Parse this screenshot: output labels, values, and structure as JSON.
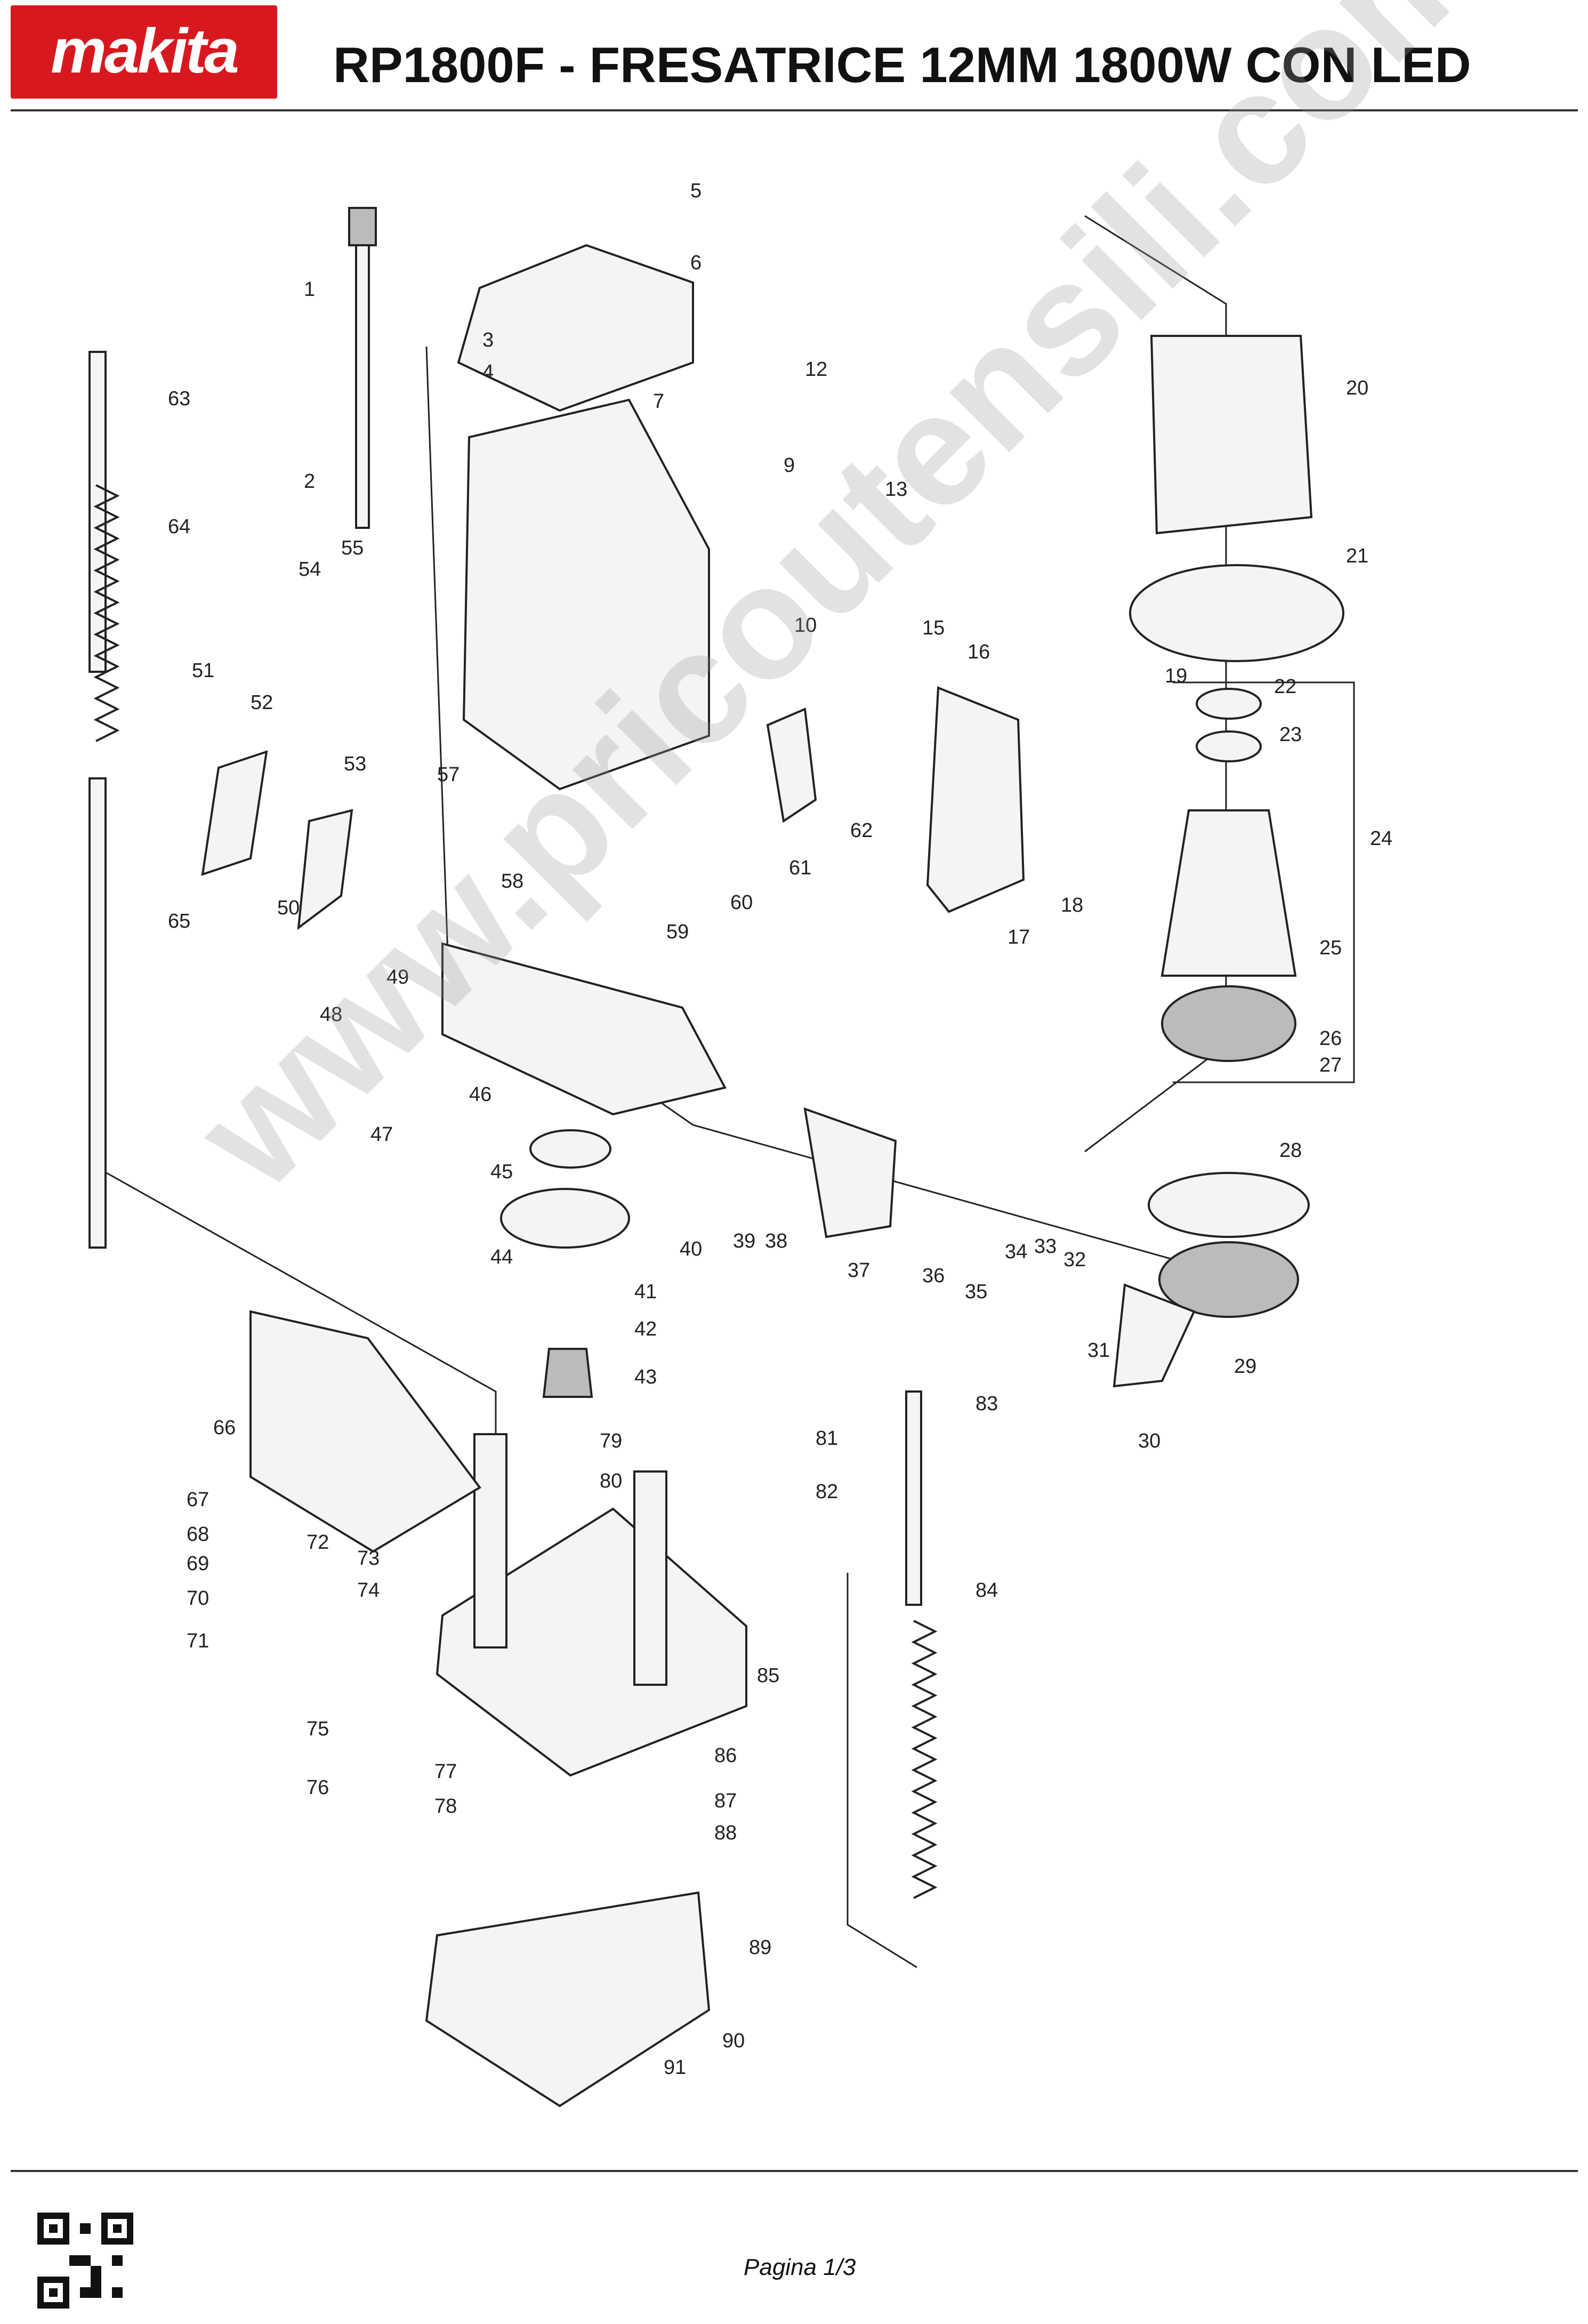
{
  "header": {
    "brand": "makita",
    "title": "RP1800F - FRESATRICE 12MM 1800W CON LED"
  },
  "watermark": "www.pricoutensili.com",
  "callouts": [
    "1",
    "2",
    "3",
    "4",
    "5",
    "6",
    "7",
    "9",
    "10",
    "12",
    "13",
    "15",
    "16",
    "17",
    "18",
    "19",
    "20",
    "21",
    "22",
    "23",
    "24",
    "25",
    "26",
    "27",
    "28",
    "29",
    "30",
    "31",
    "32",
    "33",
    "34",
    "35",
    "36",
    "37",
    "38",
    "39",
    "40",
    "41",
    "42",
    "43",
    "44",
    "45",
    "46",
    "47",
    "48",
    "49",
    "50",
    "51",
    "52",
    "53",
    "54",
    "55",
    "57",
    "58",
    "59",
    "60",
    "61",
    "62",
    "63",
    "64",
    "65",
    "66",
    "67",
    "68",
    "69",
    "70",
    "71",
    "72",
    "73",
    "74",
    "75",
    "76",
    "77",
    "78",
    "79",
    "80",
    "81",
    "82",
    "83",
    "84",
    "85",
    "86",
    "87",
    "88",
    "89",
    "90",
    "91"
  ],
  "footer": {
    "page": "Pagina 1/3"
  },
  "colors": {
    "brand_red": "#d7191f",
    "ink": "#222222",
    "watermark": "#969696"
  }
}
